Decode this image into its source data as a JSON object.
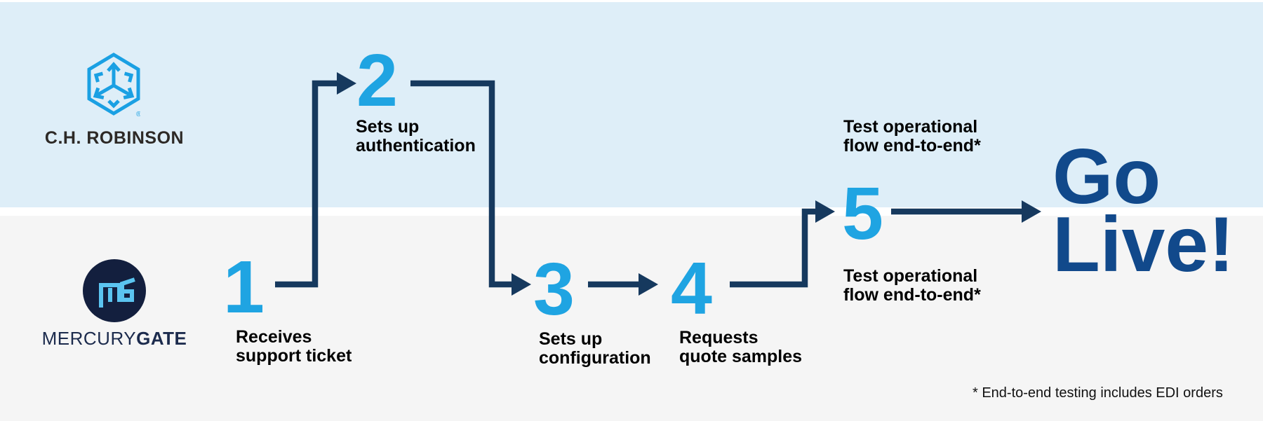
{
  "palette": {
    "lane_top_bg": "#DEEEF8",
    "lane_bottom_bg": "#F5F5F5",
    "divider": "#FFFFFF",
    "step_number_blue": "#1FA4E2",
    "connector_navy": "#16395E",
    "go_live_blue": "#11498B",
    "label_black": "#000000",
    "chr_logo_blue": "#1AA0E3",
    "chr_wordmark_color": "#2D2926",
    "mg_circle_navy": "#131F3E",
    "mg_monogram_blue": "#5BC4F0",
    "mg_wordmark_navy": "#1C2B4D"
  },
  "lanes": {
    "top": {
      "company": "C.H. Robinson",
      "wordmark": "C.H. ROBINSON",
      "logo_icon": "ch-robinson-hexagon-icon",
      "registered_mark": "®"
    },
    "bottom": {
      "company": "MercuryGate",
      "wordmark_regular": "MERCURY",
      "wordmark_bold": "GATE",
      "logo_icon": "mercurygate-circle-icon"
    }
  },
  "steps": [
    {
      "number": "1",
      "lane": "bottom",
      "label": [
        "Receives",
        "support ticket"
      ]
    },
    {
      "number": "2",
      "lane": "top",
      "label": [
        "Sets up",
        "authentication"
      ]
    },
    {
      "number": "3",
      "lane": "bottom",
      "label": [
        "Sets up",
        "configuration"
      ]
    },
    {
      "number": "4",
      "lane": "bottom",
      "label": [
        "Requests",
        "quote samples"
      ]
    },
    {
      "number": "5",
      "lane": "both",
      "label_top": [
        "Test operational",
        "flow end-to-end*"
      ],
      "label_bottom": [
        "Test operational",
        "flow end-to-end*"
      ]
    }
  ],
  "finish": {
    "label": [
      "Go",
      "Live!"
    ]
  },
  "footnote": "* End-to-end testing includes EDI orders"
}
